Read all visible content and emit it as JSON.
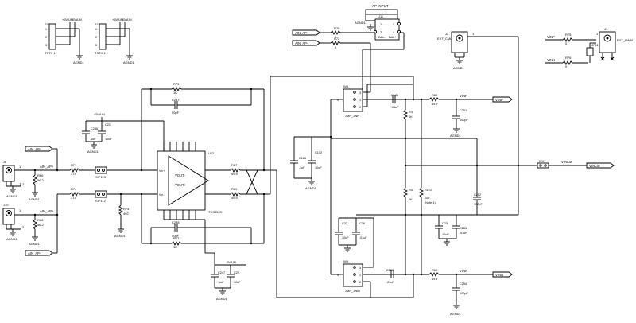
{
  "j12": {
    "ref": "J12",
    "pins": [
      "1",
      "2",
      "3"
    ],
    "sup1": "+5VAIN",
    "sup2": "-5VAIN",
    "part": "TSTX 1",
    "gnd": "AGND1"
  },
  "j13": {
    "ref": "J13",
    "pins": [
      "1",
      "2",
      "3"
    ],
    "sup1": "+5VAIN",
    "sup2": "-5VAIN",
    "part": "TSTX 1",
    "gnd": "AGND1"
  },
  "ap": {
    "title": "AP INPUT",
    "ref": "J11",
    "gnd": "AGND1",
    "pin1": "1",
    "pin2": "2",
    "pin3": "3",
    "pin4": "4",
    "bal_m": "BAL-",
    "bal_p": "BAL+"
  },
  "r70": {
    "ref": "R70",
    "val": "0"
  },
  "r72": {
    "ref": "R72",
    "val": "0"
  },
  "j2": {
    "ref": "J2",
    "name": "EXT_CML",
    "pin": "1",
    "gnd": "AGND1"
  },
  "j1": {
    "ref": "J1",
    "name": "EXT_PWM",
    "pin": "1"
  },
  "jp11": {
    "ref": "JP11"
  },
  "r75": {
    "ref": "R75",
    "val": "0"
  },
  "r76": {
    "ref": "R76",
    "val": "0"
  },
  "ain_ap_p": "AIN_AP+",
  "ain_ap_m": "AIN_AP-",
  "ain_ap2": "AIN_AP-",
  "ain_ap3": "AIN_AP+",
  "ain_ap4": "AIN_AP-",
  "vinp": "VINP",
  "vinn": "VINN",
  "vincm": "VINCM",
  "agnd": "AGND1",
  "vp": "+5VAIN",
  "vm": "-5VAIN",
  "w4": {
    "ref": "W4",
    "name": "JMP_3NP",
    "pin1": "1",
    "pin2": "2",
    "pin3": "3",
    "pin4": "4"
  },
  "w9": {
    "ref": "W9",
    "name": "JMP_3NM",
    "pin1": "1",
    "pin2": "2",
    "pin3": "3",
    "pin4": "4"
  },
  "r73": {
    "ref": "R73",
    "val": "1K"
  },
  "r77": {
    "ref": "R77",
    "val": "1K"
  },
  "c237": {
    "ref": "C237",
    "val": "50pF"
  },
  "c238": {
    "ref": "C238",
    "val": "50pF"
  },
  "c246": {
    "ref": "C246",
    "val": ".1uF"
  },
  "c21": {
    "ref": "C21",
    "val": "10uF"
  },
  "c247": {
    "ref": "C247",
    "val": ".1uF"
  },
  "c22": {
    "ref": "C22",
    "val": "10uF"
  },
  "u12": {
    "ref": "U12",
    "part": "THS4520",
    "vout_p": "VOUT+",
    "vout_m": "VOUT-",
    "vin_p": "Vin+",
    "vin_m": "Vin-"
  },
  "r71": {
    "ref": "R71",
    "val": "374"
  },
  "r74": {
    "ref": "R74",
    "val": "374"
  },
  "r66": {
    "ref": "R66",
    "val": "56.2"
  },
  "r68": {
    "ref": "R68",
    "val": "56.2"
  },
  "r74b": {
    "ref": "R74",
    "val": "402"
  },
  "sip13": "SIP113",
  "sip12": "SIP112",
  "j6": {
    "ref": "J6",
    "pin": "1",
    "pin2": "2"
  },
  "j10": {
    "ref": "J10",
    "pin": "1",
    "pin2": "2"
  },
  "r67": {
    "ref": "R67",
    "val": "49.9"
  },
  "r69": {
    "ref": "R69",
    "val": "49.9"
  },
  "c186": {
    "ref": "C186",
    "val": ".1uF"
  },
  "c102": {
    "ref": "C102",
    "val": "10uF"
  },
  "c37": {
    "ref": "C37",
    "val": "10uF"
  },
  "c36": {
    "ref": "C36",
    "val": ".01uF"
  },
  "c181": {
    "ref": "C181",
    "val": ".01uF"
  },
  "c182": {
    "ref": "C182",
    "val": ".01uF"
  },
  "r3": {
    "ref": "R3",
    "val": "1K"
  },
  "r4": {
    "ref": "R4",
    "val": "1K"
  },
  "r110": {
    "ref": "R110",
    "val": "200",
    "note": "(Note 1)"
  },
  "r65": {
    "ref": "R65",
    "val": "49.9"
  },
  "r69b": {
    "ref": "R69",
    "val": "49.9"
  },
  "c251": {
    "ref": "C251",
    "val": "100pF"
  },
  "c252": {
    "ref": "C252",
    "val": "100pF"
  },
  "c254": {
    "ref": "C254",
    "val": "100pF"
  },
  "c23": {
    "ref": "C23",
    "val": "10uF"
  },
  "c183": {
    "ref": "C183",
    "val": ".01uF"
  },
  "w4b": "W4"
}
